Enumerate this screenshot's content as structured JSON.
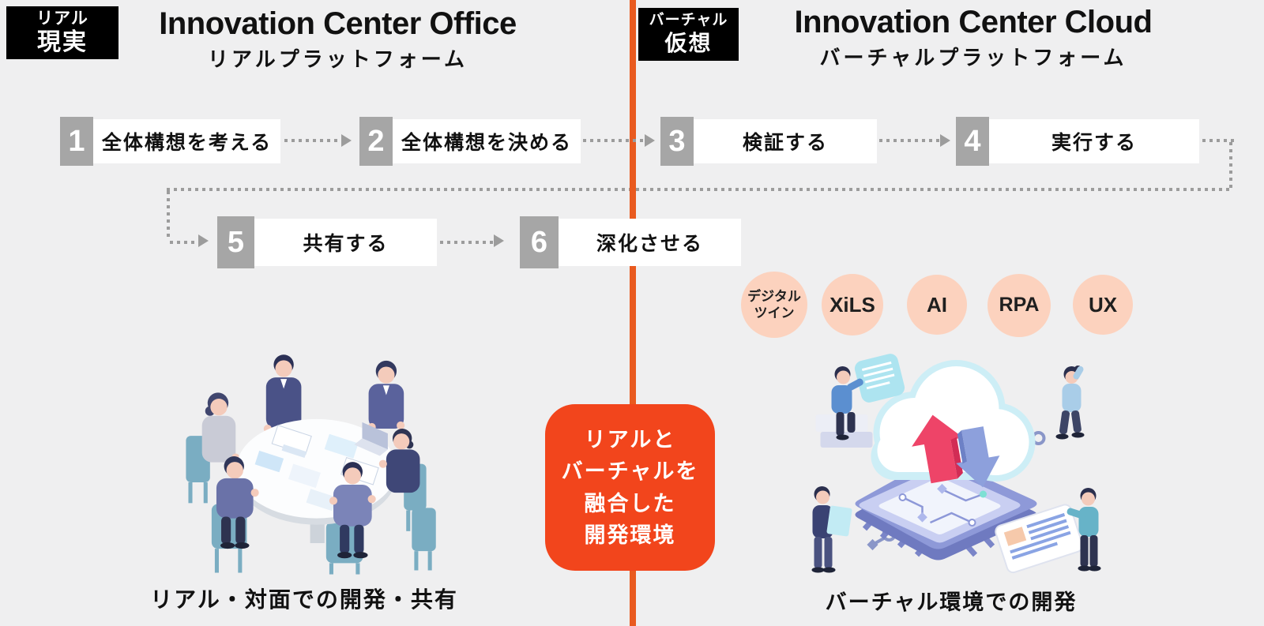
{
  "left": {
    "badge": {
      "top": "リアル",
      "bottom": "現実"
    },
    "title": "Innovation Center Office",
    "subtitle": "リアルプラットフォーム",
    "caption": "リアル・対面での開発・共有"
  },
  "right": {
    "badge": {
      "top": "バーチャル",
      "bottom": "仮想"
    },
    "title": "Innovation Center Cloud",
    "subtitle": "バーチャルプラットフォーム",
    "caption": "バーチャル環境での開発"
  },
  "steps": [
    {
      "num": "1",
      "label": "全体構想を考える"
    },
    {
      "num": "2",
      "label": "全体構想を決める"
    },
    {
      "num": "3",
      "label": "検証する"
    },
    {
      "num": "4",
      "label": "実行する"
    },
    {
      "num": "5",
      "label": "共有する"
    },
    {
      "num": "6",
      "label": "深化させる"
    }
  ],
  "tags": [
    {
      "text": "デジタル\nツイン"
    },
    {
      "text": "XiLS"
    },
    {
      "text": "AI"
    },
    {
      "text": "RPA"
    },
    {
      "text": "UX"
    }
  ],
  "center_box": {
    "text": "リアルと\nバーチャルを\n融合した\n開発環境"
  },
  "illustrations": {
    "left": "roundtable-meeting-illustration",
    "right": "cloud-computing-illustration"
  },
  "colors": {
    "background": "#EFEFF0",
    "divider": "#E95A1F",
    "center_box": "#F2451C",
    "tag_circle": "#FCD2BE",
    "step_number_bg": "#A6A6A6",
    "step_label_bg": "#FFFFFF",
    "dotted_line": "#9C9C9C",
    "badge_bg": "#000000"
  }
}
